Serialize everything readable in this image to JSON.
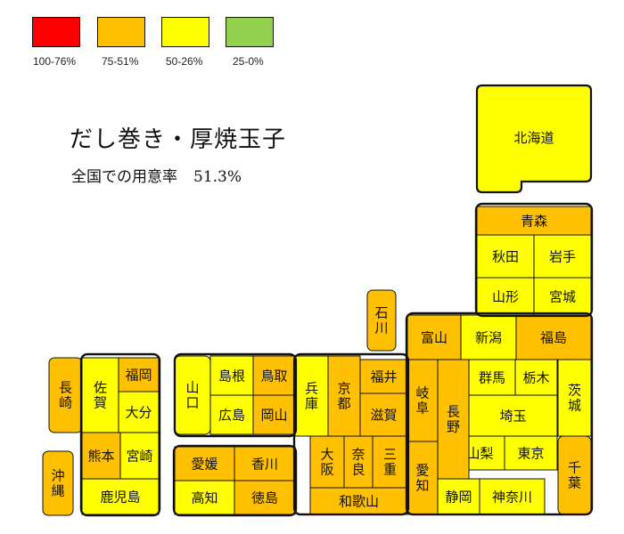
{
  "legend": [
    {
      "label": "100-76%",
      "color": "#ff0000"
    },
    {
      "label": "75-51%",
      "color": "#ffc000"
    },
    {
      "label": "50-26%",
      "color": "#ffff00"
    },
    {
      "label": "25-0%",
      "color": "#92d050"
    }
  ],
  "title": "だし巻き・厚焼玉子",
  "subtitle": {
    "label": "全国での用意率",
    "value": "51.3%"
  },
  "colors": {
    "orange": "#ffc000",
    "yellow": "#ffff00",
    "border": "#111111"
  },
  "prefectures": {
    "hokkaido": {
      "label": "北海道",
      "level": "50-26%"
    },
    "aomori": {
      "label": "青森",
      "level": "75-51%"
    },
    "akita": {
      "label": "秋田",
      "level": "50-26%"
    },
    "iwate": {
      "label": "岩手",
      "level": "50-26%"
    },
    "yamagata": {
      "label": "山形",
      "level": "50-26%"
    },
    "miyagi": {
      "label": "宮城",
      "level": "50-26%"
    },
    "ishikawa": {
      "label": "石川",
      "level": "75-51%"
    },
    "toyama": {
      "label": "富山",
      "level": "75-51%"
    },
    "niigata": {
      "label": "新潟",
      "level": "50-26%"
    },
    "fukushima": {
      "label": "福島",
      "level": "75-51%"
    },
    "gunma": {
      "label": "群馬",
      "level": "50-26%"
    },
    "tochigi": {
      "label": "栃木",
      "level": "50-26%"
    },
    "ibaraki": {
      "label": "茨城",
      "level": "50-26%"
    },
    "saitama": {
      "label": "埼玉",
      "level": "50-26%"
    },
    "yamanashi": {
      "label": "山梨",
      "level": "50-26%"
    },
    "tokyo": {
      "label": "東京",
      "level": "50-26%"
    },
    "chiba": {
      "label": "千葉",
      "level": "75-51%"
    },
    "shizuoka": {
      "label": "静岡",
      "level": "50-26%"
    },
    "kanagawa": {
      "label": "神奈川",
      "level": "50-26%"
    },
    "aichi": {
      "label": "愛知",
      "level": "75-51%"
    },
    "gifu": {
      "label": "岐阜",
      "level": "75-51%"
    },
    "nagano": {
      "label": "長野",
      "level": "75-51%"
    },
    "fukui": {
      "label": "福井",
      "level": "75-51%"
    },
    "shiga": {
      "label": "滋賀",
      "level": "75-51%"
    },
    "kyoto": {
      "label": "京都",
      "level": "75-51%"
    },
    "mie": {
      "label": "三重",
      "level": "75-51%"
    },
    "nara": {
      "label": "奈良",
      "level": "75-51%"
    },
    "osaka": {
      "label": "大阪",
      "level": "75-51%"
    },
    "wakayama": {
      "label": "和歌山",
      "level": "75-51%"
    },
    "hyogo": {
      "label": "兵庫",
      "level": "50-26%"
    },
    "tottori": {
      "label": "鳥取",
      "level": "75-51%"
    },
    "shimane": {
      "label": "島根",
      "level": "50-26%"
    },
    "okayama": {
      "label": "岡山",
      "level": "75-51%"
    },
    "hiroshima": {
      "label": "広島",
      "level": "50-26%"
    },
    "yamaguchi": {
      "label": "山口",
      "level": "50-26%"
    },
    "ehime": {
      "label": "愛媛",
      "level": "75-51%"
    },
    "kagawa": {
      "label": "香川",
      "level": "75-51%"
    },
    "kochi": {
      "label": "高知",
      "level": "50-26%"
    },
    "tokushima": {
      "label": "徳島",
      "level": "75-51%"
    },
    "fukuoka": {
      "label": "福岡",
      "level": "75-51%"
    },
    "saga": {
      "label": "佐賀",
      "level": "50-26%"
    },
    "nagasaki": {
      "label": "長崎",
      "level": "75-51%"
    },
    "oita": {
      "label": "大分",
      "level": "50-26%"
    },
    "kumamoto": {
      "label": "熊本",
      "level": "75-51%"
    },
    "miyazaki": {
      "label": "宮崎",
      "level": "50-26%"
    },
    "kagoshima": {
      "label": "鹿児島",
      "level": "50-26%"
    },
    "okinawa": {
      "label": "沖縄",
      "level": "75-51%"
    }
  }
}
